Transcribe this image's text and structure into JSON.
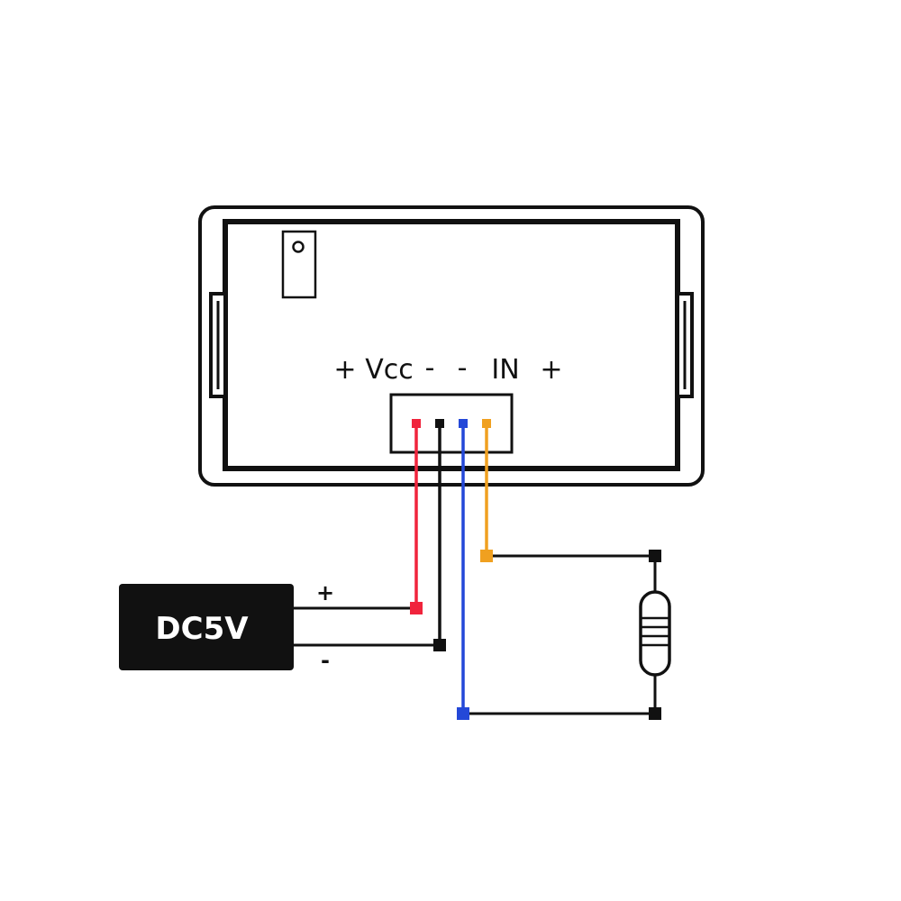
{
  "meter": {
    "pin_labels": {
      "vcc_plus": "+",
      "vcc": "Vcc",
      "vcc_minus": "-",
      "in_minus": "-",
      "in": "IN",
      "in_plus": "+"
    }
  },
  "power_supply": {
    "label": "DC5V",
    "plus_sign": "+",
    "minus_sign": "-"
  },
  "colors": {
    "red_wire": "#f0243c",
    "black_wire": "#111111",
    "blue_wire": "#2448d8",
    "orange_wire": "#f0a020"
  },
  "icons": {
    "resistor": "resistor-icon",
    "mount_tab": "mounting-tab-icon"
  }
}
